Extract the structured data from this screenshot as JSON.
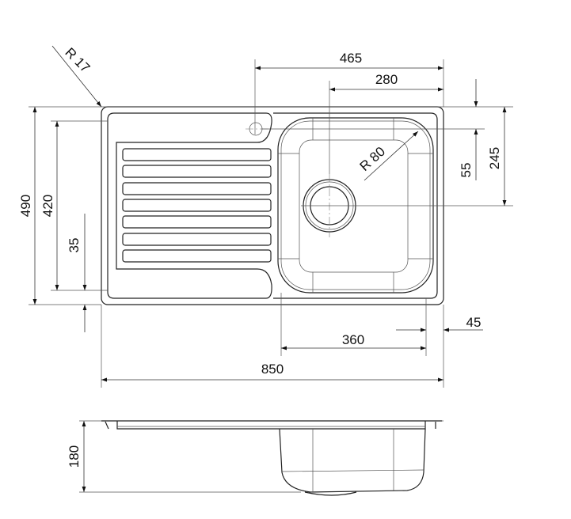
{
  "drawing": {
    "dimensions": {
      "corner_radius": "R 17",
      "overall_width": "850",
      "overall_depth": "490",
      "inner_depth": "420",
      "rim_offset": "35",
      "bowl_center_from_right": "465",
      "drain_from_right": "280",
      "drain_from_top": "245",
      "tap_hole_from_top": "55",
      "bowl_radius": "R 80",
      "right_margin": "45",
      "bowl_width": "360",
      "bowl_height": "180"
    }
  }
}
